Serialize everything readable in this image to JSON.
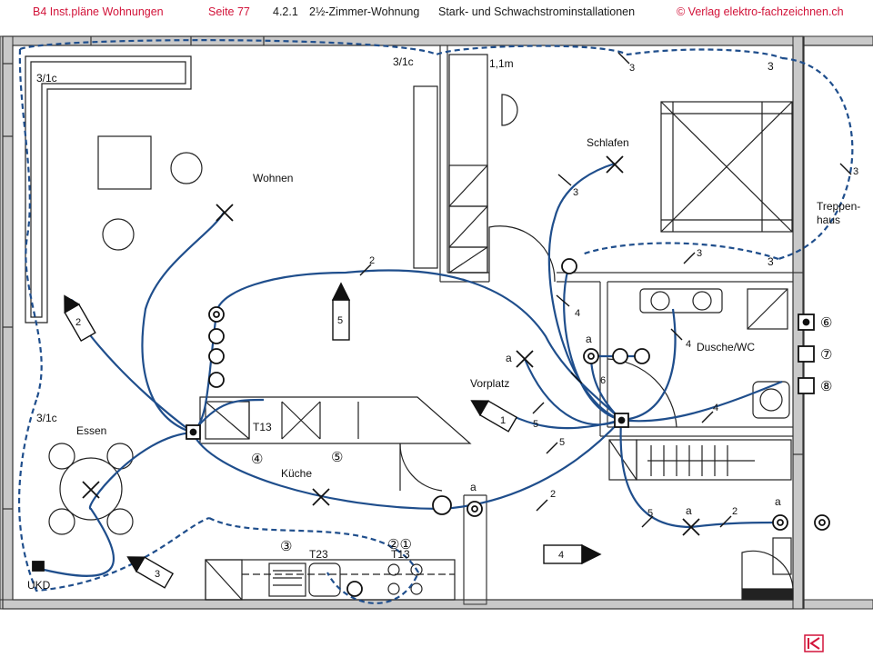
{
  "header": {
    "book": "B4 Inst.pläne Wohnungen",
    "page": "Seite 77",
    "section": "4.2.1",
    "title1": "2½-Zimmer-Wohnung",
    "title2": "Stark- und Schwachstrominstallationen",
    "copyright": "© Verlag elektro-fachzeichnen.ch"
  },
  "rooms": {
    "wohnen": "Wohnen",
    "schlafen": "Schlafen",
    "treppenhaus_1": "Treppen-",
    "treppenhaus_2": "haus",
    "vorplatz": "Vorplatz",
    "dusche": "Dusche/WC",
    "essen": "Essen",
    "kueche": "Küche"
  },
  "labels": {
    "wohnen_socket": "3/1c",
    "bed_socket": "3/1c",
    "height": "1,1m",
    "essen_socket": "3/1c",
    "ukd": "UKD",
    "t13_top": "T13",
    "t13_bottom": "T13",
    "t23": "T23",
    "stair_socket_1": "3",
    "stair_socket_2": "3",
    "a": "a",
    "circle_4": "④",
    "circle_5": "⑤",
    "circle_3": "③",
    "circle_2_1": "②①",
    "circle_6": "⑥",
    "circle_7": "⑦",
    "circle_8": "⑧"
  },
  "wire_counts": {
    "c3": "3",
    "c2": "2",
    "c4": "4",
    "c5": "5",
    "c6": "6"
  },
  "arrows": {
    "a2": "2",
    "a5": "5",
    "a1": "1",
    "a3": "3",
    "a4": "4"
  },
  "colors": {
    "wire": "#1f4e8c",
    "dashed_wire": "#1f4e8c",
    "wall": "#c8c8c8",
    "header_link": "#d2143a"
  },
  "icons": {
    "back": "back-to-start-icon"
  }
}
